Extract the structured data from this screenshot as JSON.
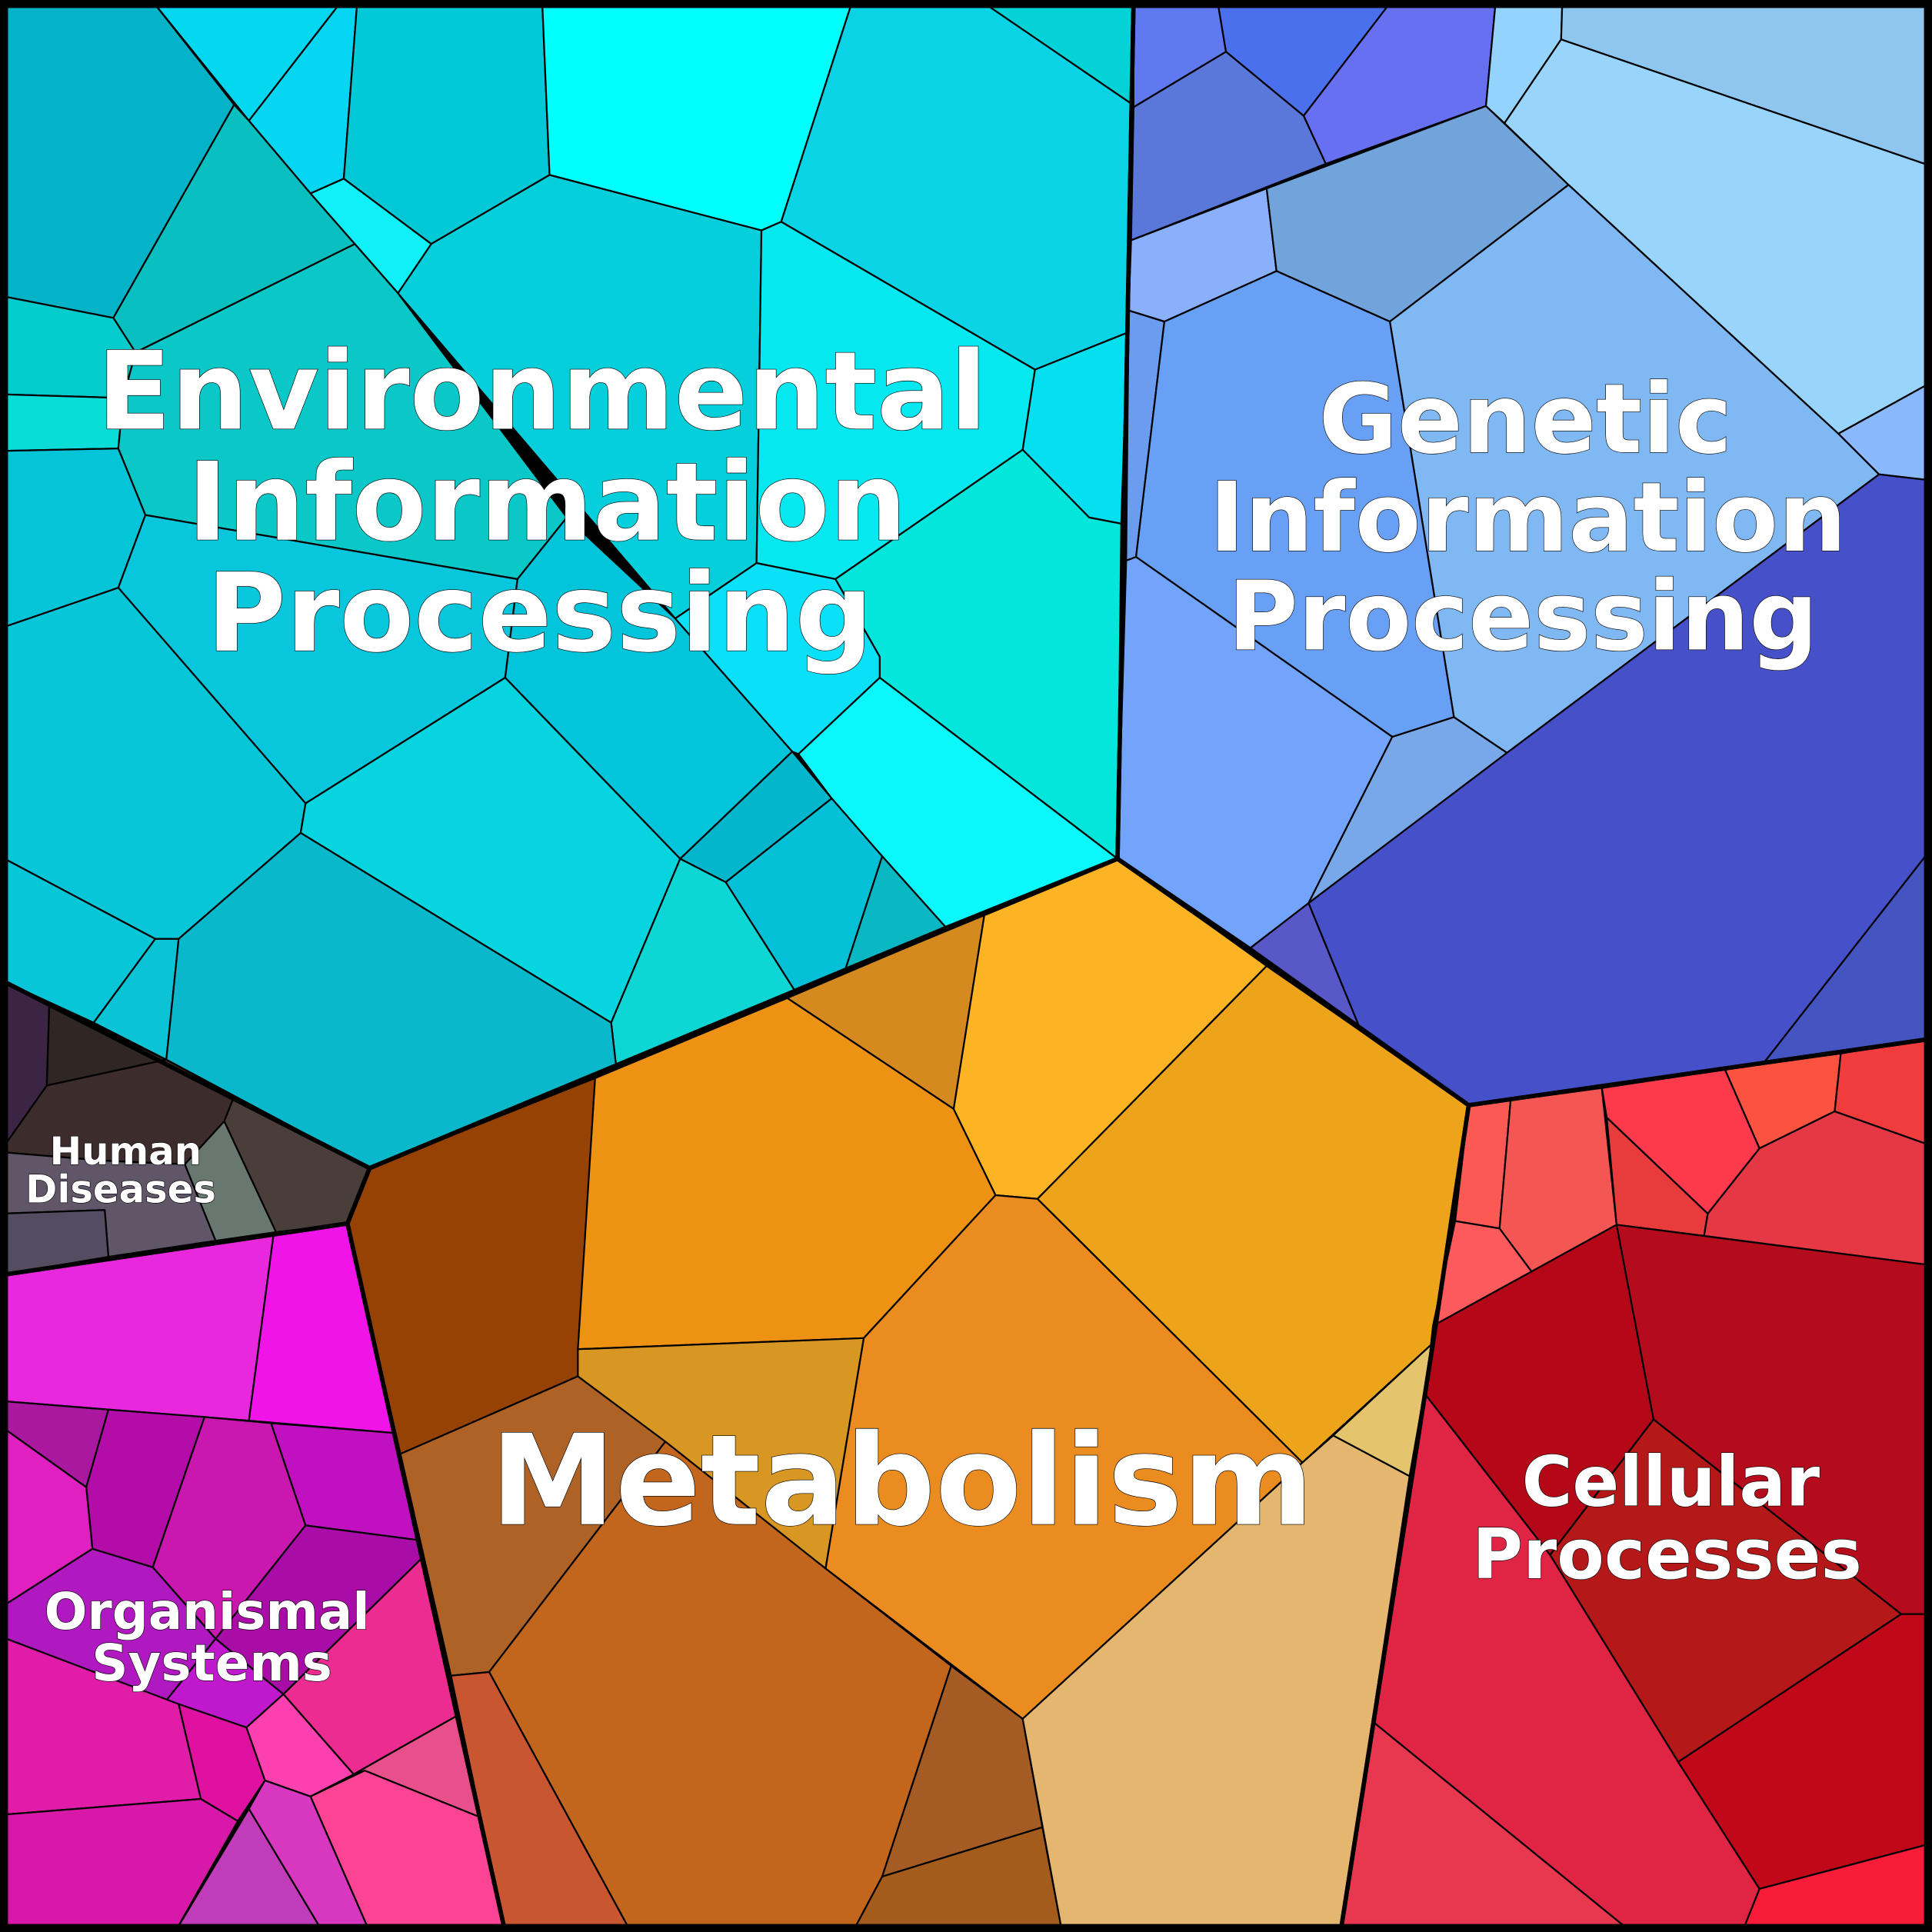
{
  "title": "Pathway category Voronoi treemap",
  "categories": [
    {
      "id": "environmental",
      "lines": [
        "Environmental",
        "Information",
        "Processing"
      ],
      "color": "#06d0e0"
    },
    {
      "id": "genetic",
      "lines": [
        "Genetic",
        "Information",
        "Processing"
      ],
      "color": "#6aa0f4"
    },
    {
      "id": "metabolism",
      "lines": [
        "Metabolism"
      ],
      "color": "#ee9a1e"
    },
    {
      "id": "cellular",
      "lines": [
        "Cellular",
        "Processes"
      ],
      "color": "#d81c30"
    },
    {
      "id": "human-diseases",
      "lines": [
        "Human",
        "Diseases"
      ],
      "color": "#4a3e48"
    },
    {
      "id": "organismal",
      "lines": [
        "Organismal",
        "Systems"
      ],
      "color": "#e020c0"
    }
  ]
}
